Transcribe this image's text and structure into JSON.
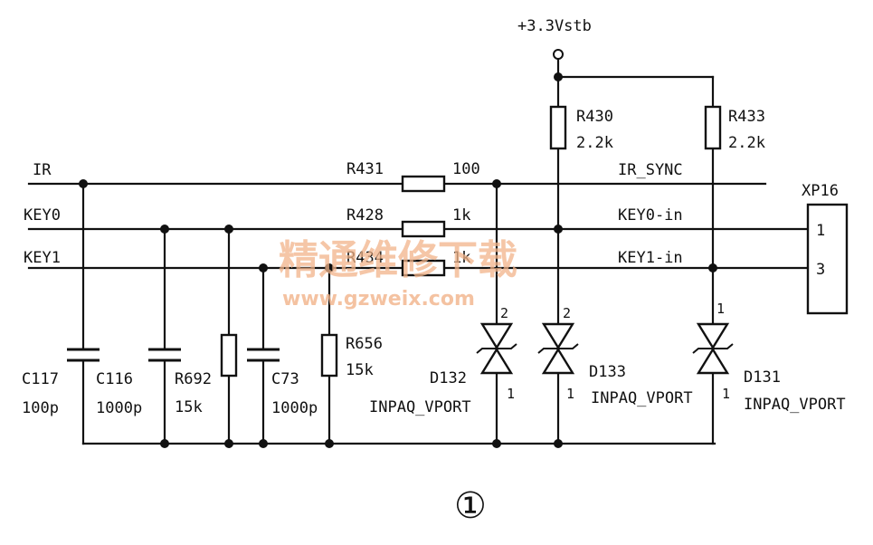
{
  "power_label": "+3.3Vstb",
  "nets": {
    "ir": "IR",
    "key0": "KEY0",
    "key1": "KEY1",
    "ir_sync": "IR_SYNC",
    "key0_in": "KEY0-in",
    "key1_in": "KEY1-in"
  },
  "resistors": {
    "r430": {
      "ref": "R430",
      "value": "2.2k"
    },
    "r433": {
      "ref": "R433",
      "value": "2.2k"
    },
    "r431": {
      "ref": "R431",
      "value": "100"
    },
    "r428": {
      "ref": "R428",
      "value": "1k"
    },
    "r434": {
      "ref": "R434",
      "value": "1k"
    },
    "r692": {
      "ref": "R692",
      "value": "15k"
    },
    "r656": {
      "ref": "R656",
      "value": "15k"
    }
  },
  "capacitors": {
    "c117": {
      "ref": "C117",
      "value": "100p"
    },
    "c116": {
      "ref": "C116",
      "value": "1000p"
    },
    "c73": {
      "ref": "C73",
      "value": "1000p"
    }
  },
  "diodes": {
    "d132": {
      "ref": "D132",
      "part": "INPAQ_VPORT",
      "pin_top": "2",
      "pin_bottom": "1"
    },
    "d133": {
      "ref": "D133",
      "part": "INPAQ_VPORT",
      "pin_top": "2",
      "pin_bottom": "1"
    },
    "d131": {
      "ref": "D131",
      "part": "INPAQ_VPORT",
      "pin_top": "1",
      "pin_bottom": "1"
    }
  },
  "connector": {
    "ref": "XP16",
    "pins": [
      "1",
      "3"
    ]
  },
  "figure_number": "①",
  "watermark": {
    "text": "精通维修下载",
    "url": "www.gzweix.com"
  }
}
